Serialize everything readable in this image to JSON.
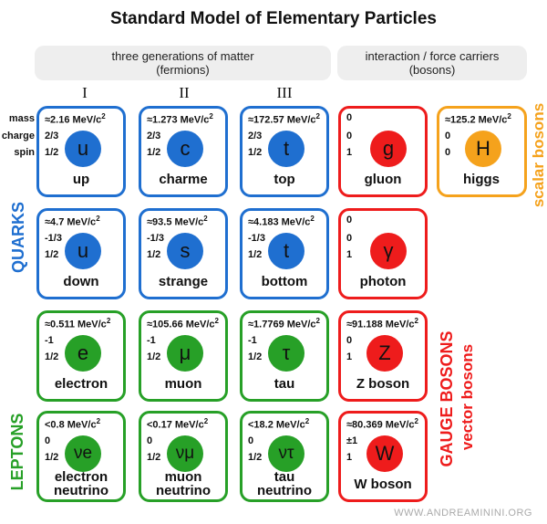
{
  "title": "Standard Model of Elementary Particles",
  "headers": {
    "fermions": [
      "three generations of matter",
      "(fermions)"
    ],
    "bosons": [
      "interaction / force carriers",
      "(bosons)"
    ]
  },
  "generations": [
    "I",
    "II",
    "III"
  ],
  "row_labels": {
    "mass": "mass",
    "charge": "charge",
    "spin": "spin"
  },
  "groups": {
    "quarks": "QUARKS",
    "leptons": "LEPTONS",
    "gauge": "GAUGE BOSONS",
    "vector": "vector bosons",
    "scalar": "scalar bosons"
  },
  "colors": {
    "quark": "#1f6fd0",
    "lepton": "#27a027",
    "gauge": "#ee1c1c",
    "scalar": "#f5a21c"
  },
  "particles": [
    {
      "mass": "≈2.16 MeV/c",
      "charge": "2/3",
      "spin": "1/2",
      "symbol": "u",
      "name": "up",
      "type": "quark"
    },
    {
      "mass": "≈1.273 MeV/c",
      "charge": "2/3",
      "spin": "1/2",
      "symbol": "c",
      "name": "charme",
      "type": "quark"
    },
    {
      "mass": "≈172.57 MeV/c",
      "charge": "2/3",
      "spin": "1/2",
      "symbol": "t",
      "name": "top",
      "type": "quark"
    },
    {
      "mass": "0",
      "charge": "0",
      "spin": "1",
      "symbol": "g",
      "name": "gluon",
      "type": "gauge"
    },
    {
      "mass": "≈125.2 MeV/c",
      "charge": "0",
      "spin": "0",
      "symbol": "H",
      "name": "higgs",
      "type": "scalar"
    },
    {
      "mass": "≈4.7 MeV/c",
      "charge": "-1/3",
      "spin": "1/2",
      "symbol": "u",
      "name": "down",
      "type": "quark"
    },
    {
      "mass": "≈93.5 MeV/c",
      "charge": "-1/3",
      "spin": "1/2",
      "symbol": "s",
      "name": "strange",
      "type": "quark"
    },
    {
      "mass": "≈4.183 MeV/c",
      "charge": "-1/3",
      "spin": "1/2",
      "symbol": "t",
      "name": "bottom",
      "type": "quark"
    },
    {
      "mass": "0",
      "charge": "0",
      "spin": "1",
      "symbol": "γ",
      "name": "photon",
      "type": "gauge"
    },
    {
      "mass": "≈0.511 MeV/c",
      "charge": "-1",
      "spin": "1/2",
      "symbol": "e",
      "name": "electron",
      "type": "lepton"
    },
    {
      "mass": "≈105.66 MeV/c",
      "charge": "-1",
      "spin": "1/2",
      "symbol": "μ",
      "name": "muon",
      "type": "lepton"
    },
    {
      "mass": "≈1.7769 MeV/c",
      "charge": "-1",
      "spin": "1/2",
      "symbol": "τ",
      "name": "tau",
      "type": "lepton"
    },
    {
      "mass": "≈91.188 MeV/c",
      "charge": "0",
      "spin": "1",
      "symbol": "Z",
      "name": "Z boson",
      "type": "gauge"
    },
    {
      "mass": "<0.8 MeV/c",
      "charge": "0",
      "spin": "1/2",
      "symbol": "νe",
      "name": "electron neutrino",
      "type": "lepton"
    },
    {
      "mass": "<0.17 MeV/c",
      "charge": "0",
      "spin": "1/2",
      "symbol": "νμ",
      "name": "muon neutrino",
      "type": "lepton"
    },
    {
      "mass": "<18.2 MeV/c",
      "charge": "0",
      "spin": "1/2",
      "symbol": "ντ",
      "name": "tau neutrino",
      "type": "lepton"
    },
    {
      "mass": "≈80.369 MeV/c",
      "charge": "±1",
      "spin": "1",
      "symbol": "W",
      "name": "W boson",
      "type": "gauge"
    }
  ],
  "watermark": "WWW.ANDREAMININI.ORG"
}
